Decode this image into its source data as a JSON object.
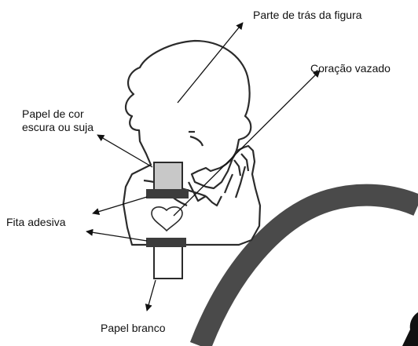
{
  "labels": {
    "back": "Parte de trás da figura",
    "heart": "Coração vazado",
    "dark_paper_line1": "Papel de cor",
    "dark_paper_line2": "escura ou suja",
    "tape": "Fita adesiva",
    "white_paper": "Papel branco"
  },
  "colors": {
    "outline": "#2b2b2b",
    "dark_paper": "#c8c8c8",
    "tape": "#3c3c3c",
    "white_paper": "#ffffff",
    "arc": "#4a4a4a",
    "arrow": "#111111"
  }
}
